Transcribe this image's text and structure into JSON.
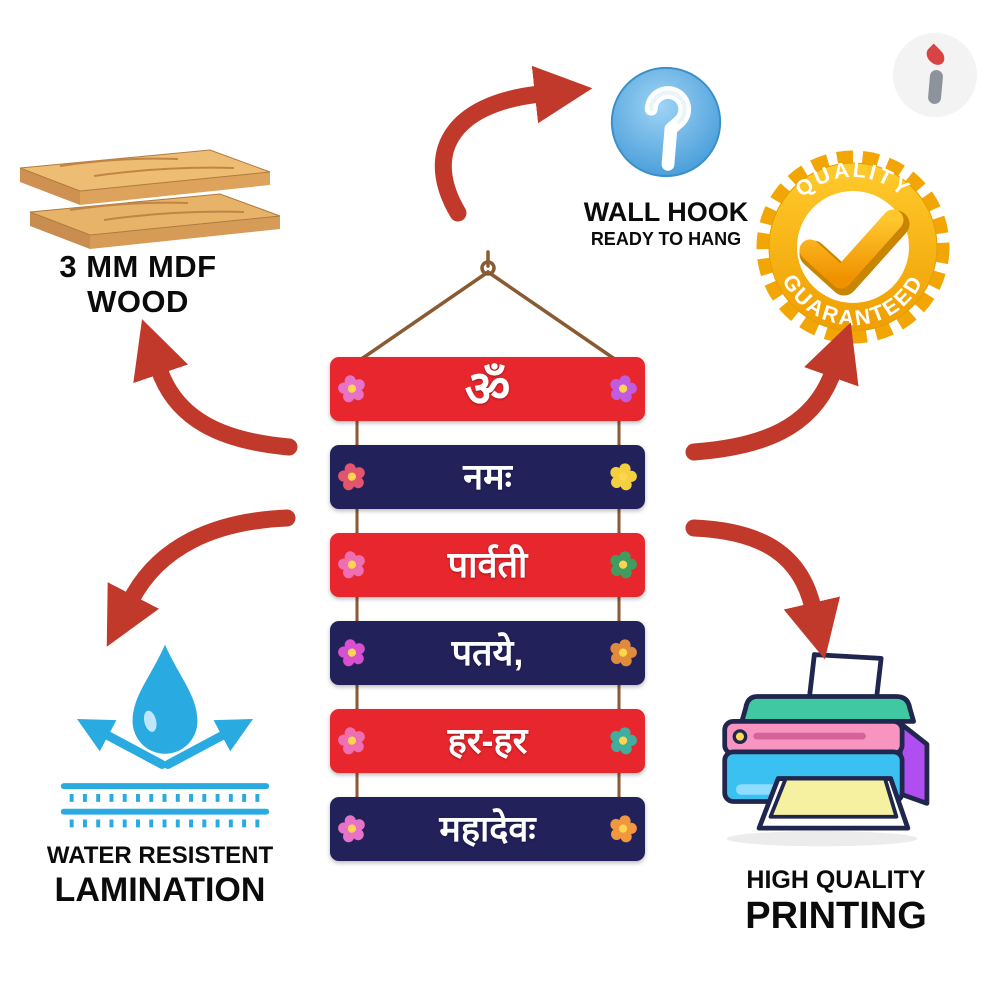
{
  "logo": {
    "letter": "i"
  },
  "features": {
    "mdf": {
      "line1": "3 MM MDF",
      "line2": "WOOD"
    },
    "wall_hook": {
      "line1": "WALL HOOK",
      "line2": "READY TO HANG"
    },
    "quality_badge": {
      "arc_top": "QUALITY",
      "arc_bottom": "GUARANTEED"
    },
    "lamination": {
      "line1": "WATER RESISTENT",
      "line2": "LAMINATION"
    },
    "printing": {
      "line1": "HIGH QUALITY",
      "line2": "PRINTING"
    }
  },
  "wall_hanging": {
    "slats": [
      {
        "text": "ॐ",
        "color": "#e8262d"
      },
      {
        "text": "नमः",
        "color": "#23215a"
      },
      {
        "text": "पार्वती",
        "color": "#e8262d"
      },
      {
        "text": "पतये,",
        "color": "#23215a"
      },
      {
        "text": "हर-हर",
        "color": "#e8262d"
      },
      {
        "text": "महादेवः",
        "color": "#23215a"
      }
    ]
  },
  "colors": {
    "arrow_red": "#c0392b",
    "slat_red": "#e8262d",
    "slat_navy": "#23215a",
    "hook_blue": "#4fa7e0",
    "badge_gold": "#f6b21b",
    "water_blue": "#29abe2",
    "wood_tan": "#e7b369"
  }
}
